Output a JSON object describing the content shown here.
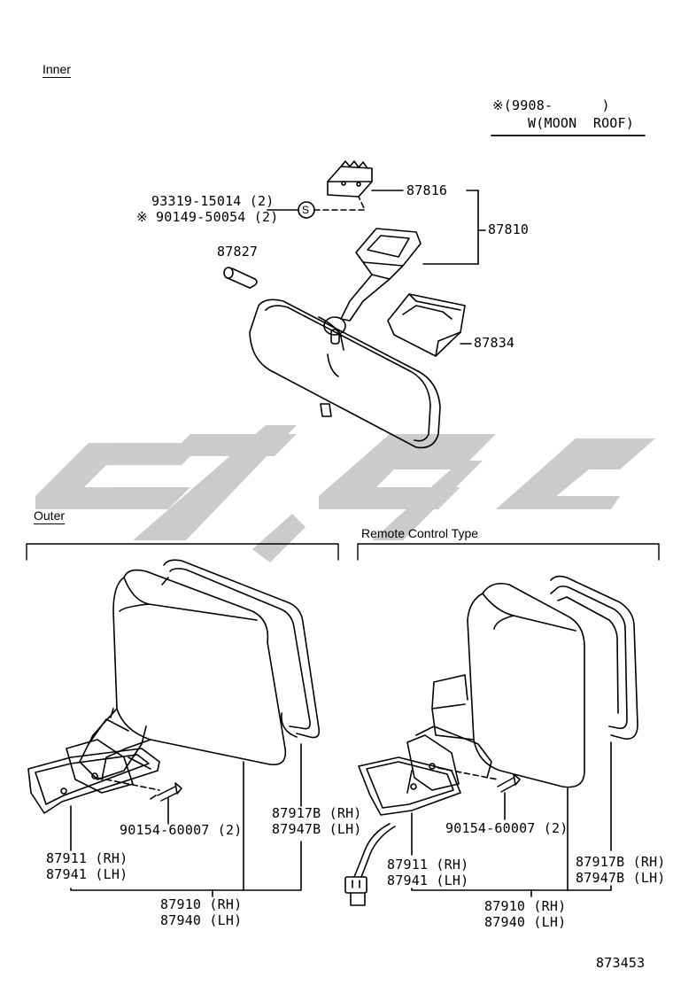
{
  "sections": {
    "inner": "Inner",
    "outer": "Outer",
    "remote": "Remote Control Type"
  },
  "note": {
    "line1": "※(9908-      )",
    "line2": "W(MOON  ROOF)"
  },
  "inner_parts": {
    "screw_a": "93319-15014 (2)",
    "screw_b": "※ 90149-50054 (2)",
    "p87816": "87816",
    "p87810": "87810",
    "p87827": "87827",
    "p87834": "87834",
    "s_symbol": "S"
  },
  "outer_parts": {
    "screw": "90154-60007 (2)",
    "glass_rh": "87917B (RH)",
    "glass_lh": "87947B (LH)",
    "base_rh": "87911 (RH)",
    "base_lh": "87941 (LH)",
    "assy_rh": "87910 (RH)",
    "assy_lh": "87940 (LH)"
  },
  "remote_parts": {
    "screw": "90154-60007 (2)",
    "glass_rh": "87917B (RH)",
    "glass_lh": "87947B (LH)",
    "base_rh": "87911 (RH)",
    "base_lh": "87941 (LH)",
    "assy_rh": "87910 (RH)",
    "assy_lh": "87940 (LH)"
  },
  "diagram_id": "873453",
  "colors": {
    "line": "#000000",
    "watermark": "#c8c8c8"
  }
}
